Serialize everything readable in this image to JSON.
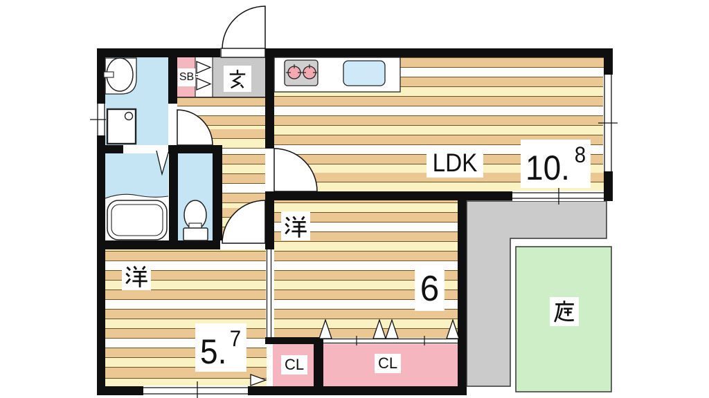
{
  "plan_title": "apartment-floor-plan",
  "rooms": {
    "entrance": {
      "label": "玄"
    },
    "shoe_box": {
      "label": "SB"
    },
    "ldk": {
      "label": "LDK",
      "area_main": "10.",
      "area_sup": "8"
    },
    "room_center": {
      "label": "洋",
      "area": "6"
    },
    "room_left": {
      "label": "洋",
      "area_main": "5.",
      "area_sup": "7"
    },
    "closet_small": {
      "label": "CL"
    },
    "closet_large": {
      "label": "CL"
    },
    "garden": {
      "label": "庭"
    }
  },
  "fixtures": [
    "washbasin-icon",
    "washing-machine-icon",
    "bathtub-icon",
    "toilet-icon",
    "stove-icon",
    "sink-icon",
    "door-swing-icon",
    "folding-door-icon",
    "window-icon"
  ],
  "colors": {
    "wall": "#0f0f0f",
    "water_blue": "#c5e4f4",
    "closet_pink": "#f5b6c0",
    "entry_gray": "#c9c9c9",
    "veranda_gray": "#cbcbcb",
    "garden_green": "#cdeec6",
    "floor_tan": "#ebc794",
    "floor_cream": "#fbf2c4",
    "sink_blue": "#cfe9f8",
    "burner_pink": "#f4a8b0"
  }
}
